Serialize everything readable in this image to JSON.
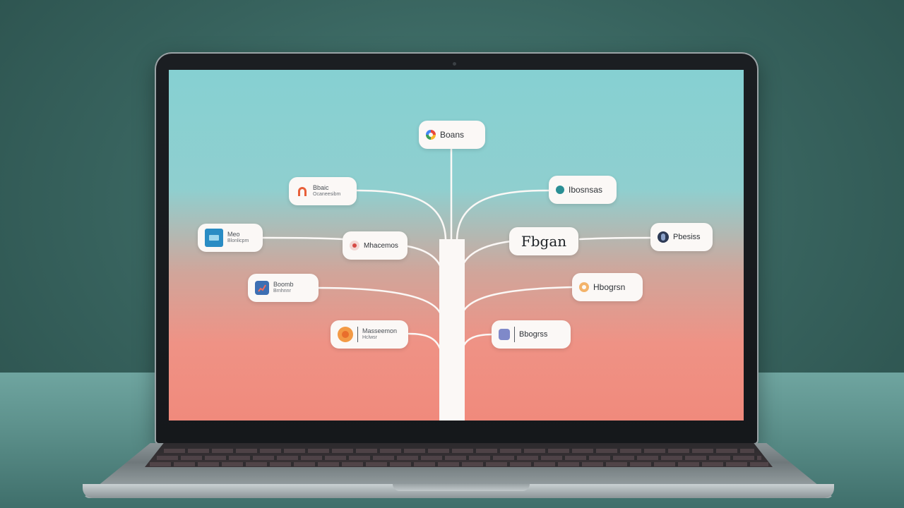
{
  "colors": {
    "screen_top": "#86d0d2",
    "screen_bottom": "#f08a7c",
    "node_bg": "#fbf8f6",
    "trunk": "#fbf8f6"
  },
  "tree": {
    "root": {
      "label": "Boans",
      "icon": "google-circle-icon"
    },
    "left": [
      {
        "title": "Bbaic",
        "subtitle": "Ocaneesibm",
        "icon": "orange-arch-icon"
      },
      {
        "title": "Meo",
        "subtitle": "Blonlicpm",
        "icon": "blue-square-icon"
      },
      {
        "title": "Mhacemos",
        "icon": "pink-circle-icon"
      },
      {
        "title": "Boomb",
        "subtitle": "Brnhnnr",
        "icon": "chart-tile-icon"
      },
      {
        "title": "Masseemon",
        "subtitle": "Hclwsr",
        "icon": "orange-circle-icon"
      }
    ],
    "right": [
      {
        "title": "Ibosnsas",
        "icon": "teal-circle-icon"
      },
      {
        "title": "Fbgan",
        "icon": ""
      },
      {
        "title": "Pbesiss",
        "icon": "navy-circle-icon"
      },
      {
        "title": "Hbogrsn",
        "icon": "orange-dot-icon"
      },
      {
        "title": "Bbogrss",
        "icon": "lavender-square-icon"
      }
    ]
  }
}
